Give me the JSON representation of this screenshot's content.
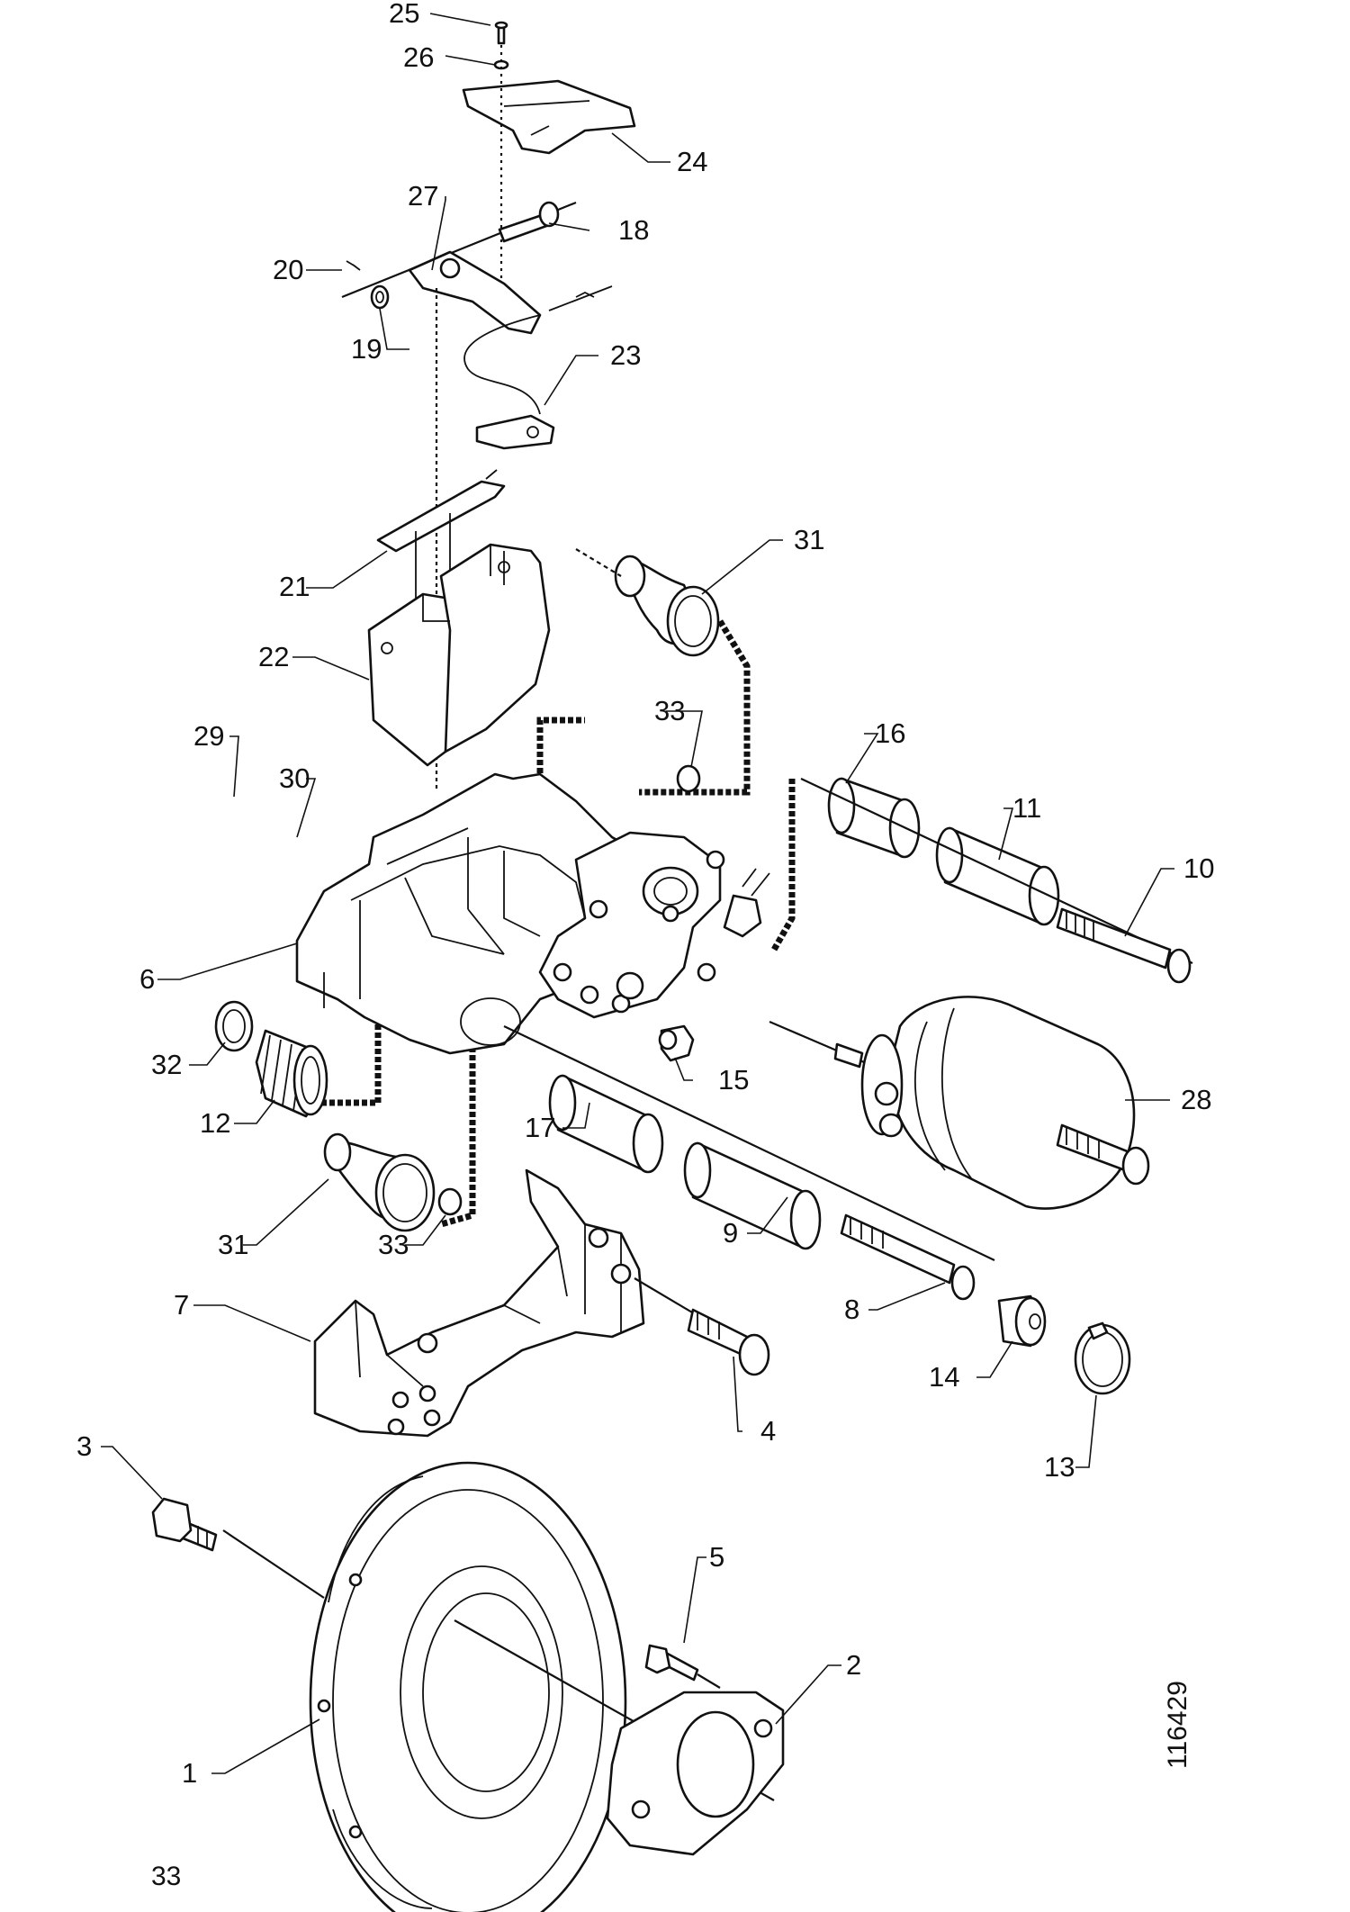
{
  "diagram": {
    "type": "exploded-parts-view",
    "figure_id": "116429",
    "page_number": "33",
    "callouts": [
      "1",
      "2",
      "3",
      "4",
      "5",
      "6",
      "7",
      "8",
      "9",
      "10",
      "11",
      "12",
      "13",
      "14",
      "15",
      "16",
      "17",
      "18",
      "19",
      "20",
      "21",
      "22",
      "23",
      "24",
      "25",
      "26",
      "27",
      "28",
      "29",
      "30",
      "31",
      "31",
      "32",
      "33",
      "33"
    ]
  }
}
